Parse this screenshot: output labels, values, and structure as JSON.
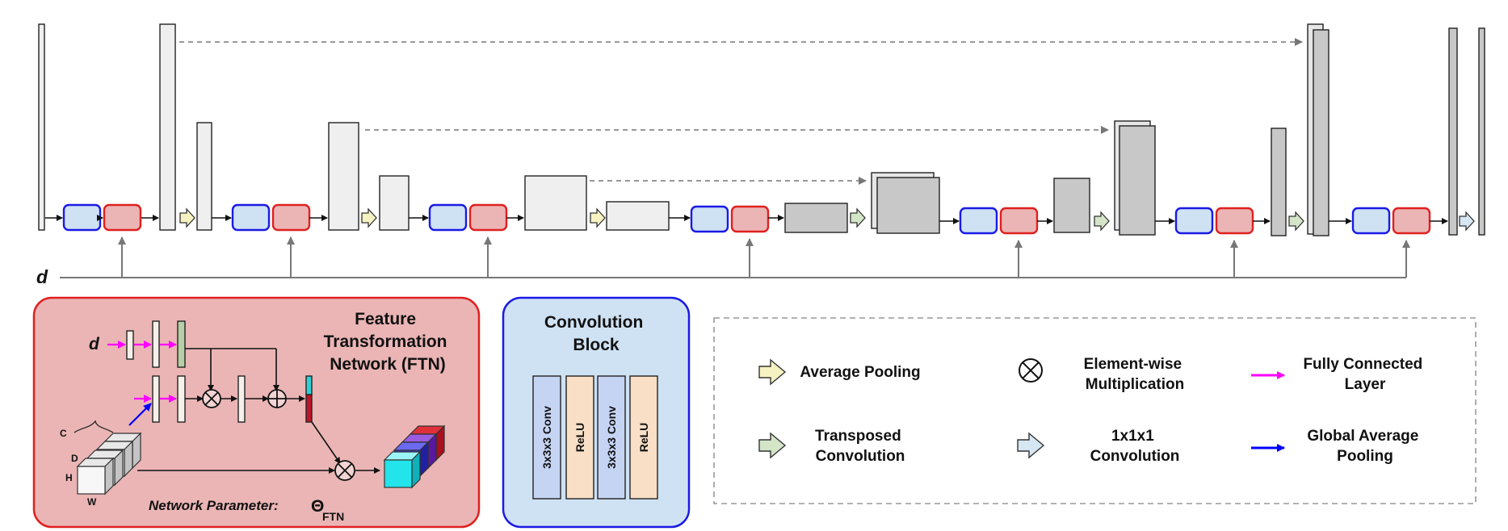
{
  "input_label": "d",
  "ftn_panel": {
    "title_lines": [
      "Feature",
      "Transformation",
      "Network (FTN)"
    ],
    "d_label": "d",
    "dims": {
      "c": "C",
      "d": "D",
      "h": "H",
      "w": "W"
    },
    "param_label": "Network Parameter:",
    "param_symbol": "Θ",
    "param_subscript": "FTN"
  },
  "conv_block_panel": {
    "title_lines": [
      "Convolution",
      "Block"
    ],
    "layers": [
      "3x3x3 Conv",
      "ReLU",
      "3x3x3 Conv",
      "ReLU"
    ]
  },
  "legend": [
    {
      "icon": "average-pooling-arrow-icon",
      "lines": [
        "Average Pooling"
      ]
    },
    {
      "icon": "element-wise-multiplication-icon",
      "lines": [
        "Element-wise",
        "Multiplication"
      ]
    },
    {
      "icon": "fully-connected-layer-arrow-icon",
      "lines": [
        "Fully Connected",
        "Layer"
      ]
    },
    {
      "icon": "transposed-convolution-arrow-icon",
      "lines": [
        "Transposed",
        "Convolution"
      ]
    },
    {
      "icon": "one-by-one-convolution-arrow-icon",
      "lines": [
        "1x1x1",
        "Convolution"
      ]
    },
    {
      "icon": "global-average-pooling-arrow-icon",
      "lines": [
        "Global Average",
        "Pooling"
      ]
    }
  ],
  "colors": {
    "conv_block_fill": "#cfe2f3",
    "conv_block_border": "#1a1ae6",
    "ftn_fill": "#ebb5b5",
    "ftn_border": "#e0201f",
    "pooling_arrow": "#f6f2c2",
    "transposed_arrow": "#d4e5c8",
    "conv1x1_arrow": "#d6e6f2",
    "fc_arrow": "#ff00ff",
    "gap_arrow": "#0000ff"
  }
}
